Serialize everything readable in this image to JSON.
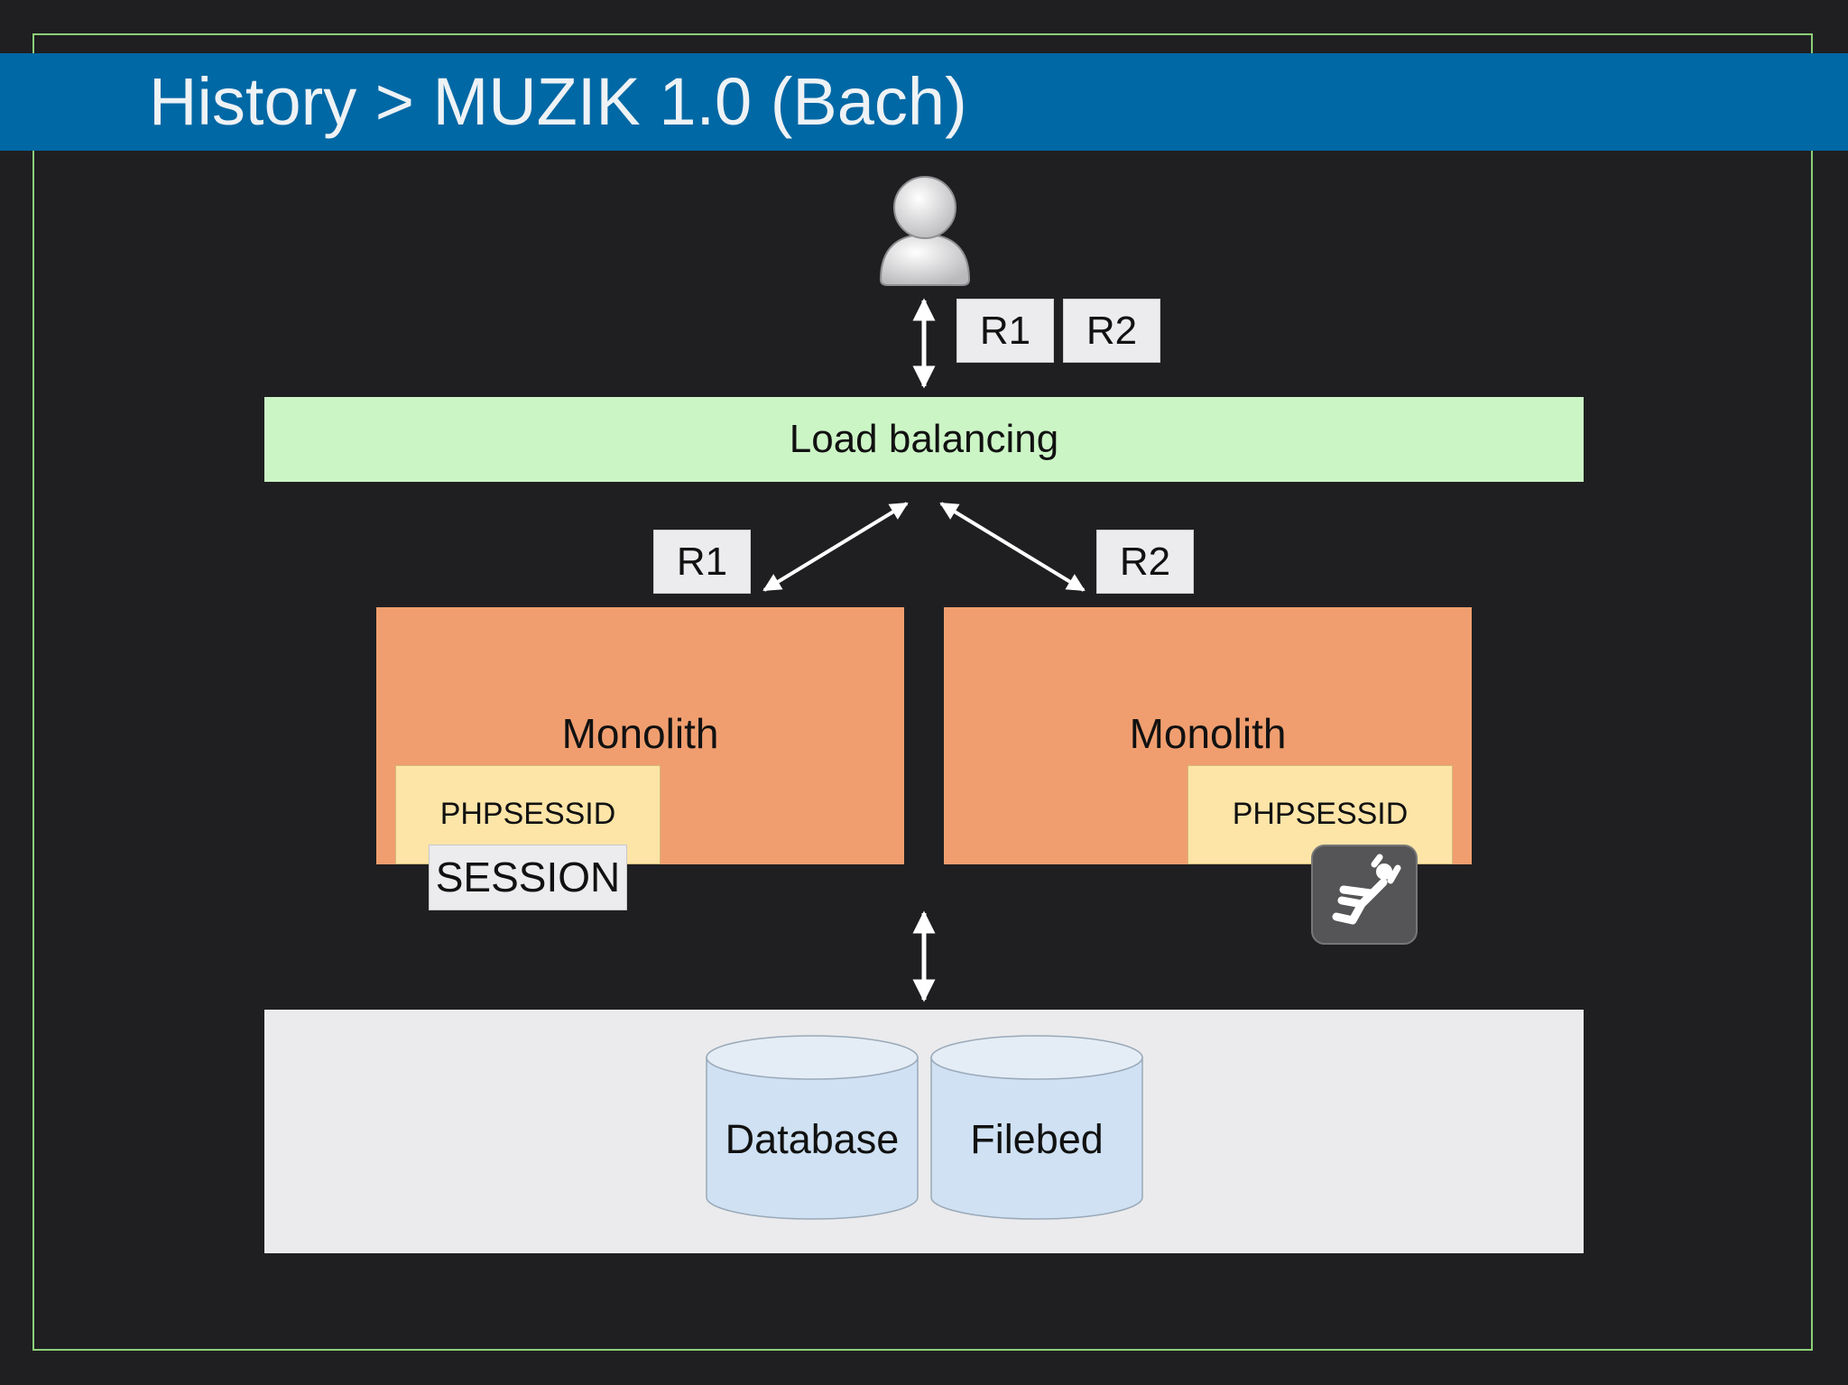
{
  "title": "History > MUZIK 1.0 (Bach)",
  "colors": {
    "background": "#1f1f21",
    "title_bar": "#0068a5",
    "frame": "#8ccf7a",
    "load_balancer": "#ccf5c6",
    "monolith": "#f09e6f",
    "phpsessid": "#fde5a8",
    "storage": "#ebebed",
    "cylinder": "#cfe1f3"
  },
  "icons": {
    "user": "user-icon",
    "fail": "falling-person-icon"
  },
  "top_requests": [
    "R1",
    "R2"
  ],
  "load_balancer": {
    "label": "Load balancing"
  },
  "routes": {
    "left": "R1",
    "right": "R2"
  },
  "monoliths": [
    {
      "label": "Monolith",
      "session_cookie": "PHPSESSID",
      "session_store": "SESSION"
    },
    {
      "label": "Monolith",
      "session_cookie": "PHPSESSID"
    }
  ],
  "storage": {
    "items": [
      "Database",
      "Filebed"
    ]
  }
}
